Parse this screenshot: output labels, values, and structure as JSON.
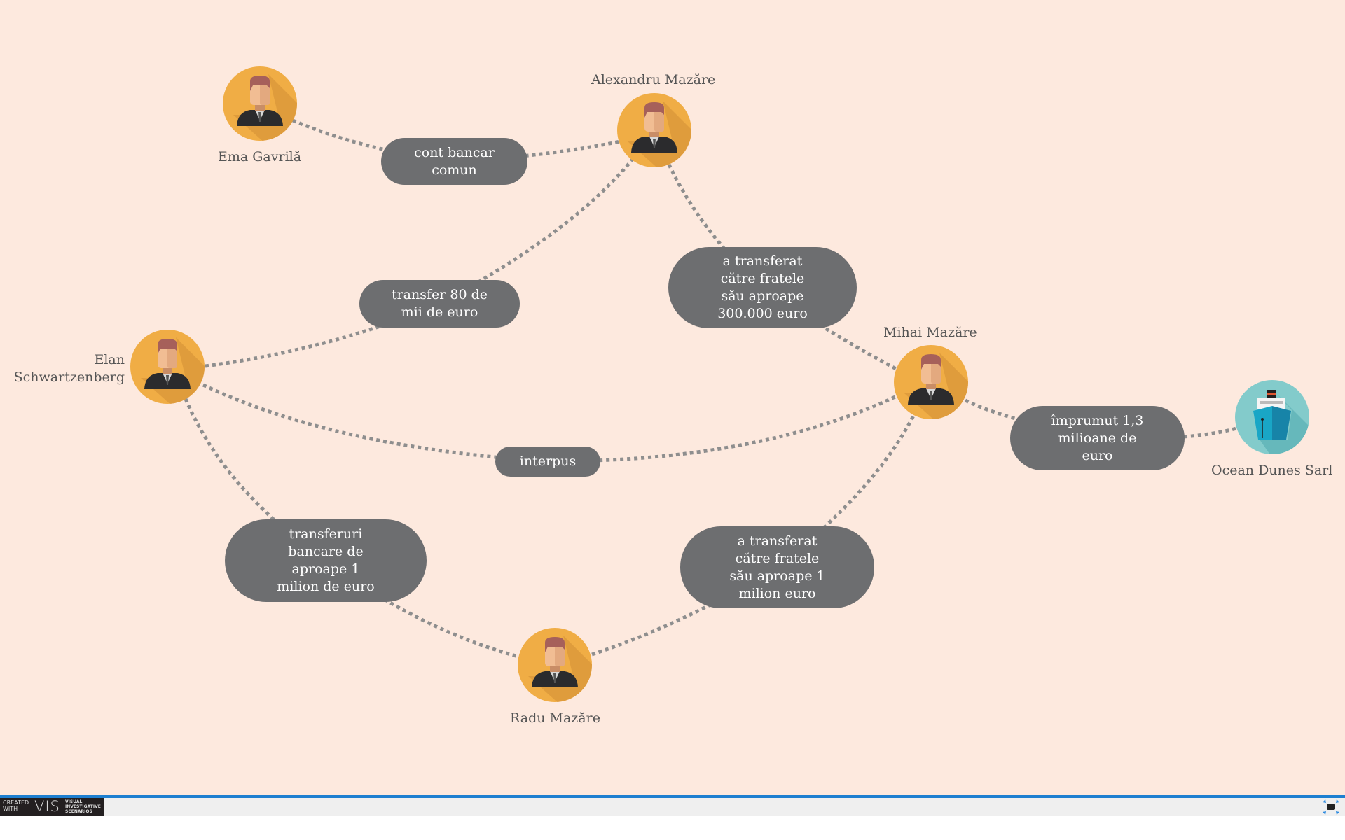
{
  "nodes": {
    "ema": {
      "label": "Ema Gavrilă",
      "icon": "person-icon"
    },
    "alexandru": {
      "label": "Alexandru Mazăre",
      "icon": "person-icon"
    },
    "elan": {
      "label_line1": "Elan",
      "label_line2": "Schwartzenberg",
      "icon": "person-icon"
    },
    "mihai": {
      "label": "Mihai Mazăre",
      "icon": "person-icon"
    },
    "ocean": {
      "label": "Ocean Dunes Sarl",
      "icon": "ship-icon"
    },
    "radu": {
      "label": "Radu Mazăre",
      "icon": "person-icon"
    }
  },
  "edges": {
    "ema_alexandru": {
      "l1": "cont bancar",
      "l2": "comun"
    },
    "elan_alexandru": {
      "l1": "transfer 80 de",
      "l2": "mii de euro"
    },
    "alexandru_mihai": {
      "l1": "a transferat",
      "l2": "către fratele",
      "l3": "său aproape",
      "l4": "300.000 euro"
    },
    "elan_mihai": {
      "l1": "interpus"
    },
    "mihai_ocean": {
      "l1": "împrumut 1,3",
      "l2": "milioane de",
      "l3": "euro"
    },
    "elan_radu": {
      "l1": "transferuri",
      "l2": "bancare de",
      "l3": "aproape 1",
      "l4": "milion de euro"
    },
    "radu_mihai": {
      "l1": "a transferat",
      "l2": "către fratele",
      "l3": "său aproape 1",
      "l4": "milion euro"
    }
  },
  "footer": {
    "logo_created": "CREATED",
    "logo_with": "WITH",
    "logo_mark": "VIS",
    "logo_s1": "VISUAL",
    "logo_s2": "INVESTIGATIVE",
    "logo_s3": "SCENARIOS",
    "fullscreen_icon": "fullscreen-icon"
  },
  "colors": {
    "background": "#fde9de",
    "pill": "#6d6e70",
    "node_orange": "#f0ad45",
    "node_teal": "#83cbcb",
    "accent": "#1e7fd0"
  }
}
